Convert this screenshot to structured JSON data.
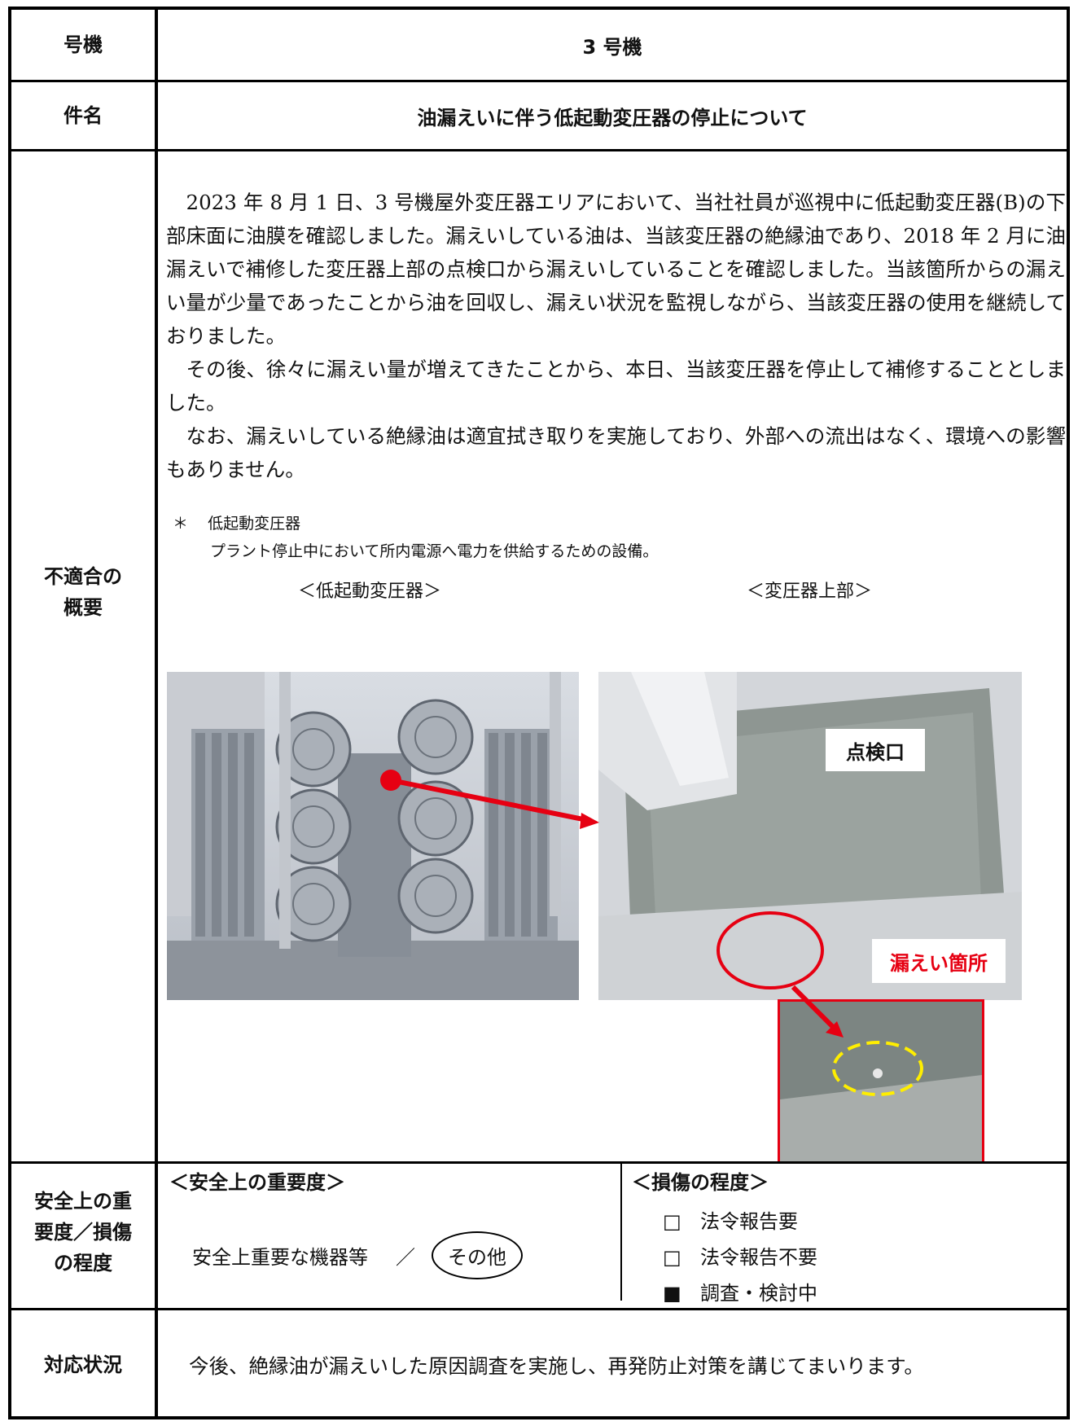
{
  "rows": {
    "unit": {
      "label": "号機",
      "value": "3 号機"
    },
    "subject": {
      "label": "件名",
      "value": "油漏えいに伴う低起動変圧器の停止について"
    },
    "summary": {
      "label_line1": "不適合の",
      "label_line2": "概要",
      "paragraphs": [
        "2023 年 8 月 1 日、3 号機屋外変圧器エリアにおいて、当社社員が巡視中に低起動変圧器(B)の下部床面に油膜を確認しました。漏えいしている油は、当該変圧器の絶縁油であり、2018 年 2 月に油漏えいで補修した変圧器上部の点検口から漏えいしていることを確認しました。当該箇所からの漏えい量が少量であったことから油を回収し、漏えい状況を監視しながら、当該変圧器の使用を継続しておりました。",
        "その後、徐々に漏えい量が増えてきたことから、本日、当該変圧器を停止して補修することとしました。",
        "なお、漏えいしている絶縁油は適宜拭き取りを実施しており、外部への流出はなく、環境への影響もありません。"
      ],
      "note_mark": "＊",
      "note_title": "低起動変圧器",
      "note_text": "プラント停止中において所内電源へ電力を供給するための設備。",
      "photo1_caption": "＜低起動変圧器＞",
      "photo2_caption": "＜変圧器上部＞",
      "callout_inspection": "点検口",
      "callout_leak": "漏えい箇所"
    },
    "severity": {
      "label_line1": "安全上の重",
      "label_line2": "要度／損傷",
      "label_line3": "の程度",
      "safety_heading": "＜安全上の重要度＞",
      "safety_option1": "安全上重要な機器等",
      "safety_sep": "／",
      "safety_option2": "その他",
      "damage_heading": "＜損傷の程度＞",
      "damage_options": [
        {
          "mark": "□",
          "label": "法令報告要"
        },
        {
          "mark": "□",
          "label": "法令報告不要"
        },
        {
          "mark": "■",
          "label": "調査・検討中"
        }
      ]
    },
    "response": {
      "label": "対応状況",
      "value": "今後、絶縁油が漏えいした原因調査を実施し、再発防止対策を講じてまいります。"
    }
  },
  "colors": {
    "accent_red": "#e60012",
    "accent_yellow": "#ffee00"
  }
}
